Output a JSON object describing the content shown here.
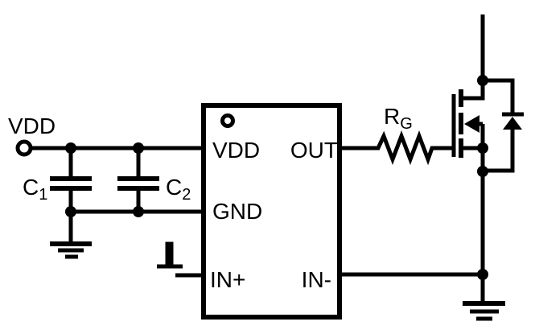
{
  "diagram": {
    "type": "circuit-schematic",
    "description": "Gate driver IC with two decoupling capacitors driving an N-channel MOSFET through a gate resistor, anti-parallel diode across the MOSFET, pulse input on IN+",
    "colors": {
      "line": "#000000",
      "background": "#ffffff"
    }
  },
  "labels": {
    "supply": "VDD",
    "cap1": {
      "main": "C",
      "sub": "1"
    },
    "cap2": {
      "main": "C",
      "sub": "2"
    },
    "gate_resistor": {
      "main": "R",
      "sub": "G"
    }
  },
  "ic": {
    "pin_vdd": "VDD",
    "pin_gnd": "GND",
    "pin_in_plus": "IN+",
    "pin_in_minus": "IN-",
    "pin_out": "OUT"
  }
}
